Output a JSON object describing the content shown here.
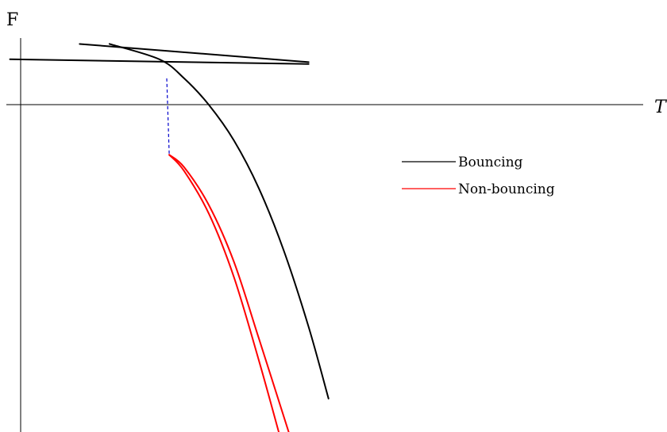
{
  "chart_data": {
    "type": "line",
    "title": "",
    "xlabel": "T",
    "ylabel": "F",
    "grid": false,
    "legend": {
      "placement": "center-right",
      "entries": [
        {
          "label": "Bouncing",
          "color": "#000000"
        },
        {
          "label": "Non-bouncing",
          "color": "#ff0000"
        }
      ]
    },
    "series": [
      {
        "name": "Bouncing",
        "color": "#000000",
        "points": [
          [
            0.2,
            0.16
          ],
          [
            0.3,
            0.0
          ],
          [
            0.35,
            -0.2
          ],
          [
            0.4,
            -0.48
          ],
          [
            0.45,
            -0.85
          ],
          [
            0.5,
            -1.35
          ],
          [
            0.55,
            -2.0
          ],
          [
            0.6,
            -2.8
          ],
          [
            0.64,
            -3.55
          ]
        ]
      },
      {
        "name": "Bouncing",
        "color": "#000000",
        "points": [
          [
            0.0,
            0.0
          ],
          [
            0.6,
            -0.05
          ]
        ]
      },
      {
        "name": "Bouncing",
        "color": "#000000",
        "points": [
          [
            0.14,
            0.16
          ],
          [
            0.6,
            -0.03
          ]
        ]
      },
      {
        "name": "Non-bouncing",
        "color": "#ff0000",
        "points": [
          [
            0.32,
            -1.0
          ],
          [
            0.35,
            -1.17
          ],
          [
            0.4,
            -1.62
          ],
          [
            0.45,
            -2.28
          ],
          [
            0.5,
            -3.15
          ],
          [
            0.54,
            -3.9
          ]
        ]
      },
      {
        "name": "Non-bouncing",
        "color": "#ff0000",
        "points": [
          [
            0.32,
            -1.0
          ],
          [
            0.35,
            -1.13
          ],
          [
            0.4,
            -1.53
          ],
          [
            0.45,
            -2.12
          ],
          [
            0.5,
            -2.92
          ],
          [
            0.56,
            -3.9
          ]
        ]
      }
    ],
    "annotations": [
      {
        "type": "dashed-line",
        "color": "#0000cc",
        "from": [
          0.315,
          -0.2
        ],
        "to": [
          0.32,
          -1.0
        ]
      }
    ],
    "xlim": [
      -0.02,
      1.32
    ],
    "ylim": [
      -3.9,
      0.62
    ]
  }
}
